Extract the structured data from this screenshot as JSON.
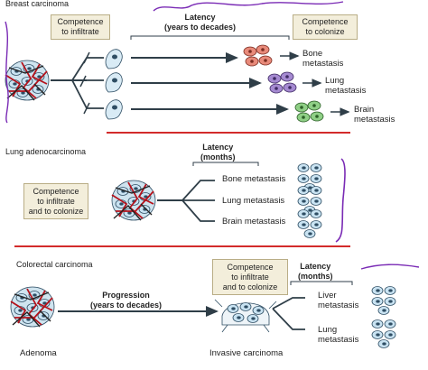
{
  "breast": {
    "title": "Breast carcinoma",
    "competence_infiltrate": "Competence\nto infiltrate",
    "latency": "Latency\n(years to decades)",
    "competence_colonize": "Competence\nto colonize",
    "bone": "Bone\nmetastasis",
    "lung": "Lung\nmetastasis",
    "brain": "Brain\nmetastasis"
  },
  "lung_adeno": {
    "title": "Lung adenocarcinoma",
    "latency": "Latency\n(months)",
    "competence": "Competence\nto infiltrate\nand to colonize",
    "bone": "Bone metastasis",
    "lung": "Lung metastasis",
    "brain": "Brain metastasis"
  },
  "colorectal": {
    "title": "Colorectal carcinoma",
    "competence": "Competence\nto infiltrate\nand to colonize",
    "latency": "Latency\n(months)",
    "progression": "Progression\n(years to decades)",
    "adenoma": "Adenoma",
    "invasive": "Invasive carcinoma",
    "liver": "Liver\nmetastasis",
    "lung": "Lung\nmetastasis"
  },
  "colors": {
    "box_fill": "#f3eedb",
    "red_divider": "#d32b2b",
    "arrow": "#2f3e48",
    "handwriting": "#7a2bb5"
  }
}
